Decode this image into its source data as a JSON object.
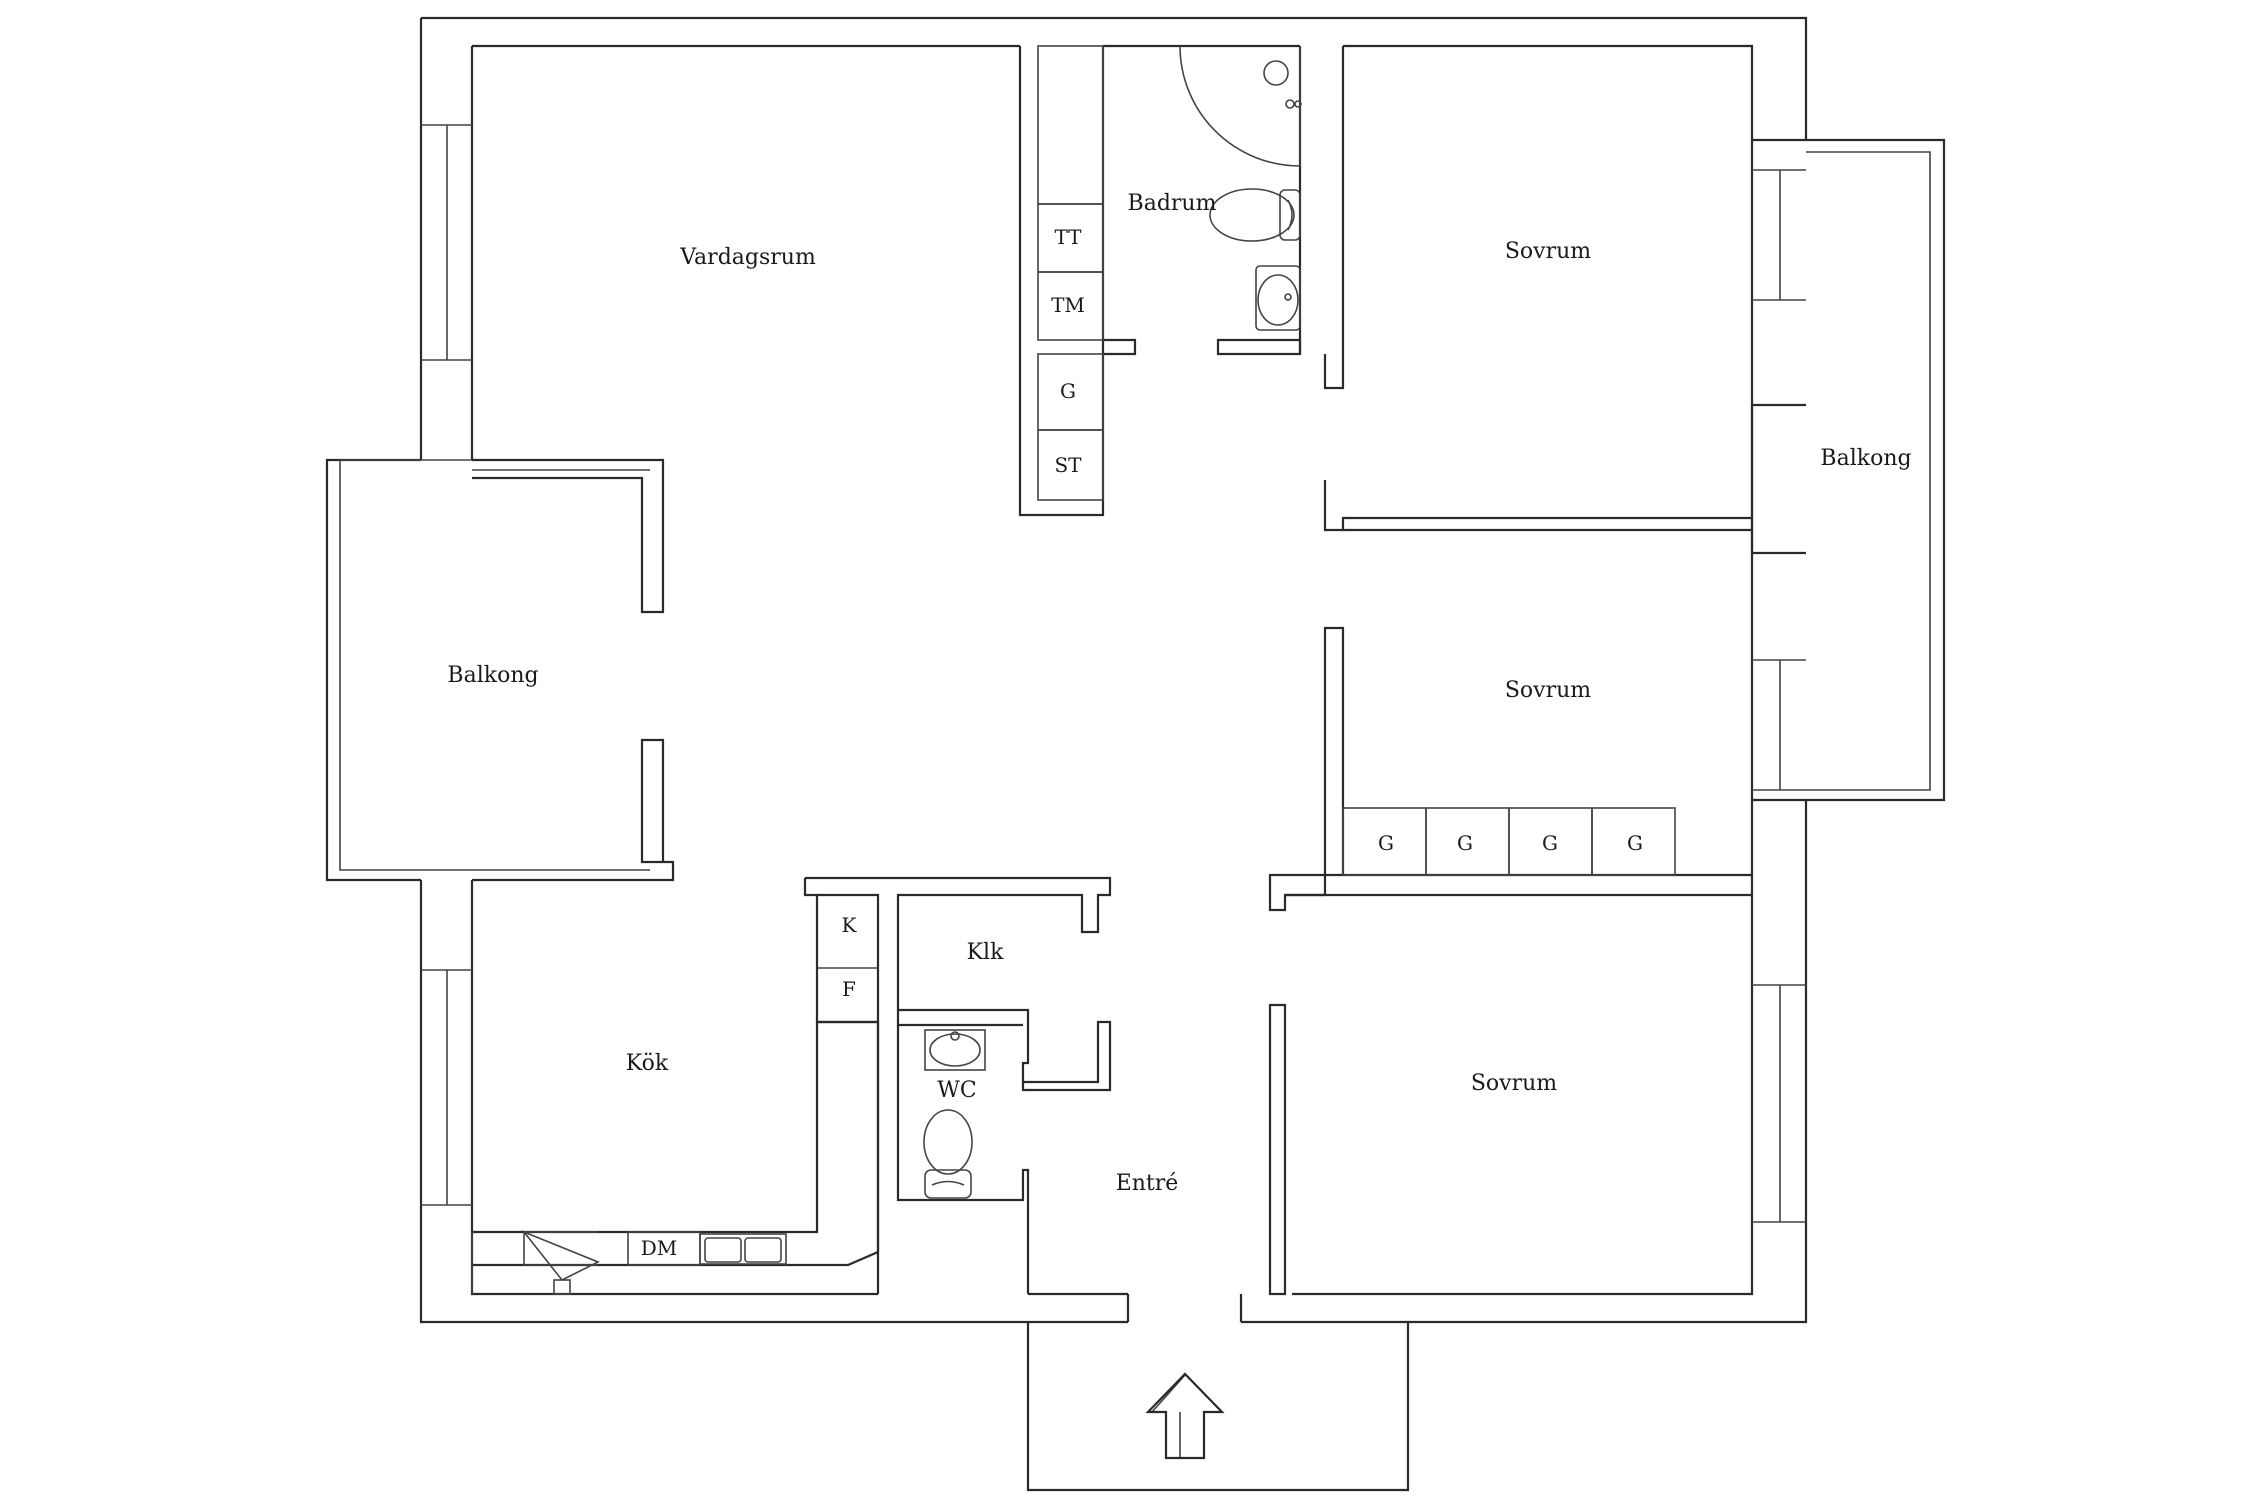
{
  "rooms": {
    "vardagsrum": "Vardagsrum",
    "badrum": "Badrum",
    "sovrum_1": "Sovrum",
    "balkong_east": "Balkong",
    "balkong_west": "Balkong",
    "sovrum_2": "Sovrum",
    "klk": "Klk",
    "kok": "Kök",
    "wc": "WC",
    "entre": "Entré",
    "sovrum_3": "Sovrum"
  },
  "fixtures": {
    "tt": "TT",
    "tm": "TM",
    "g": "G",
    "st": "ST",
    "k": "K",
    "f": "F",
    "dm": "DM",
    "wardrobe": [
      "G",
      "G",
      "G",
      "G"
    ]
  },
  "icons": {
    "entrance": "entrance-arrow-icon"
  }
}
